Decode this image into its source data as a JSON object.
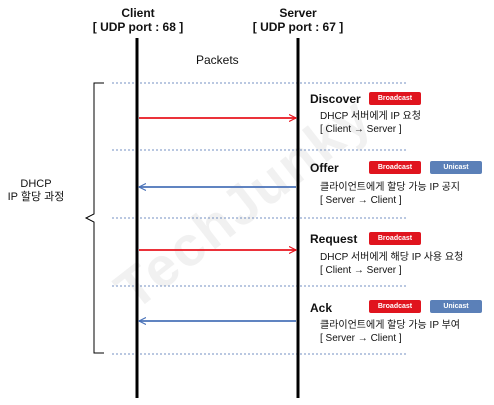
{
  "header": {
    "client": {
      "name": "Client",
      "port": "[ UDP port : 68 ]"
    },
    "server": {
      "name": "Server",
      "port": "[ UDP port : 67 ]"
    }
  },
  "packets_label": "Packets",
  "process_label": {
    "line1": "DHCP",
    "line2": "IP 할당 과정"
  },
  "watermark": "TechJunky",
  "colors": {
    "request_arrow": "#e8141e",
    "reply_arrow": "#4a72b8",
    "broadcast": "#e0141e",
    "unicast": "#5b80b8",
    "divider": "#4a6fb0"
  },
  "steps": [
    {
      "name": "Discover",
      "desc": "DHCP 서버에게 IP 요청",
      "flow": "[ Client → Server ]",
      "direction": "client-to-server",
      "badges": [
        "Broadcast"
      ]
    },
    {
      "name": "Offer",
      "desc": "클라이언트에게 할당 가능 IP 공지",
      "flow": "[ Server → Client ]",
      "direction": "server-to-client",
      "badges": [
        "Broadcast",
        "Unicast"
      ]
    },
    {
      "name": "Request",
      "desc": "DHCP 서버에게 해당 IP 사용 요청",
      "flow": "[ Client → Server ]",
      "direction": "client-to-server",
      "badges": [
        "Broadcast"
      ]
    },
    {
      "name": "Ack",
      "desc": "클라이언트에게 할당 가능 IP 부여",
      "flow": "[ Server → Client ]",
      "direction": "server-to-client",
      "badges": [
        "Broadcast",
        "Unicast"
      ]
    }
  ]
}
